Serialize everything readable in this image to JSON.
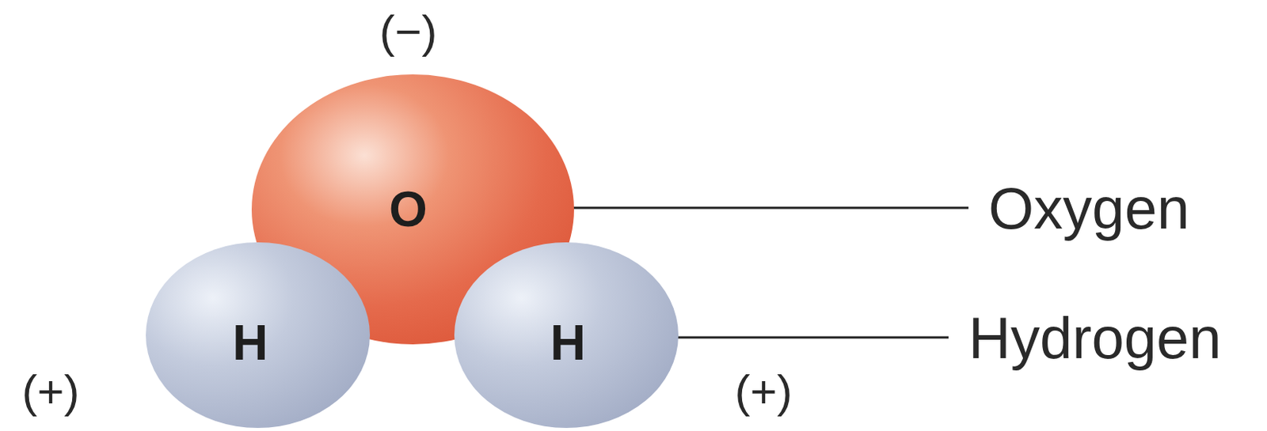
{
  "diagram": {
    "nodes": [
      {
        "text": [
          "O"
        ]
      },
      {
        "text": [
          "H"
        ]
      },
      {
        "text": [
          "H"
        ]
      }
    ],
    "labels": [
      "(−)",
      "(+)",
      "(+)",
      "Oxygen",
      "Hydrogen"
    ]
  }
}
